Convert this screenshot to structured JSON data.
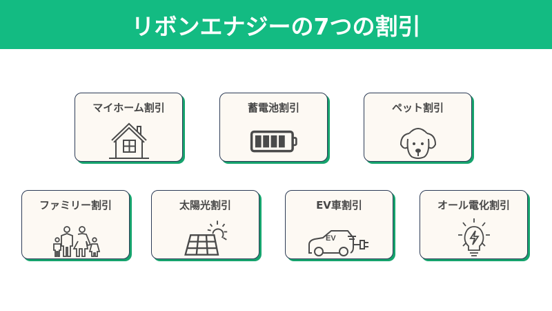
{
  "header": {
    "title": "リボンエナジーの7つの割引"
  },
  "colors": {
    "accent": "#13bb82",
    "card_bg": "#fdf9f3",
    "card_border": "#2b3a55",
    "card_shadow": "#16a36d",
    "icon": "#4a4a4a"
  },
  "cards": [
    {
      "label": "マイホーム割引",
      "icon": "house-icon"
    },
    {
      "label": "蓄電池割引",
      "icon": "battery-icon"
    },
    {
      "label": "ペット割引",
      "icon": "dog-icon"
    },
    {
      "label": "ファミリー割引",
      "icon": "family-icon"
    },
    {
      "label": "太陽光割引",
      "icon": "solar-panel-icon"
    },
    {
      "label": "EV車割引",
      "icon": "ev-car-icon",
      "icon_text": "EV"
    },
    {
      "label": "オール電化割引",
      "icon": "lightbulb-icon"
    }
  ]
}
